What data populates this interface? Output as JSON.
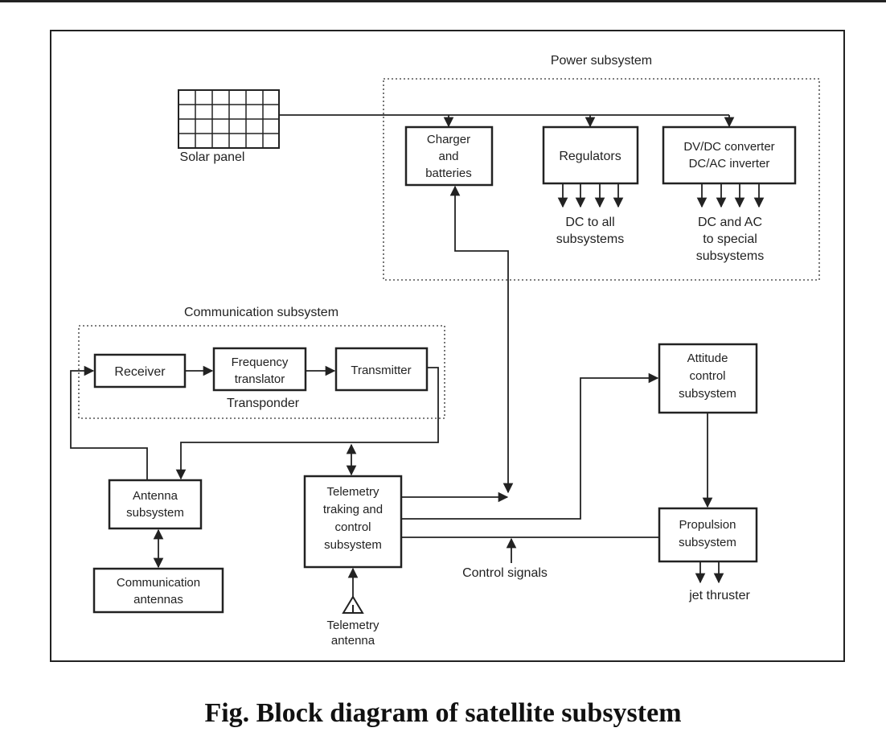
{
  "caption": "Fig. Block diagram of satellite subsystem",
  "group_labels": {
    "power": "Power subsystem",
    "communication": "Communication subsystem",
    "transponder": "Transponder"
  },
  "solar_panel": {
    "label": "Solar panel"
  },
  "blocks": {
    "charger": [
      "Charger",
      "and",
      "batteries"
    ],
    "regulators": [
      "Regulators"
    ],
    "converter": [
      "DV/DC converter",
      "DC/AC inverter"
    ],
    "receiver": [
      "Receiver"
    ],
    "freq_translator": [
      "Frequency",
      "translator"
    ],
    "transmitter": [
      "Transmitter"
    ],
    "antenna_subsystem": [
      "Antenna",
      "subsystem"
    ],
    "comm_antennas": [
      "Communication",
      "antennas"
    ],
    "telemetry": [
      "Telemetry",
      "traking and",
      "control",
      "subsystem"
    ],
    "attitude": [
      "Attitude",
      "control",
      "subsystem"
    ],
    "propulsion": [
      "Propulsion",
      "subsystem"
    ]
  },
  "annotations": {
    "dc_all": [
      "DC to all",
      "subsystems"
    ],
    "dc_ac_special": [
      "DC and AC",
      "to special",
      "subsystems"
    ],
    "control_signals": "Control signals",
    "telemetry_antenna": [
      "Telemetry",
      "antenna"
    ],
    "jet_thruster": "jet thruster"
  },
  "colors": {
    "line": "#222222",
    "background": "#ffffff"
  }
}
